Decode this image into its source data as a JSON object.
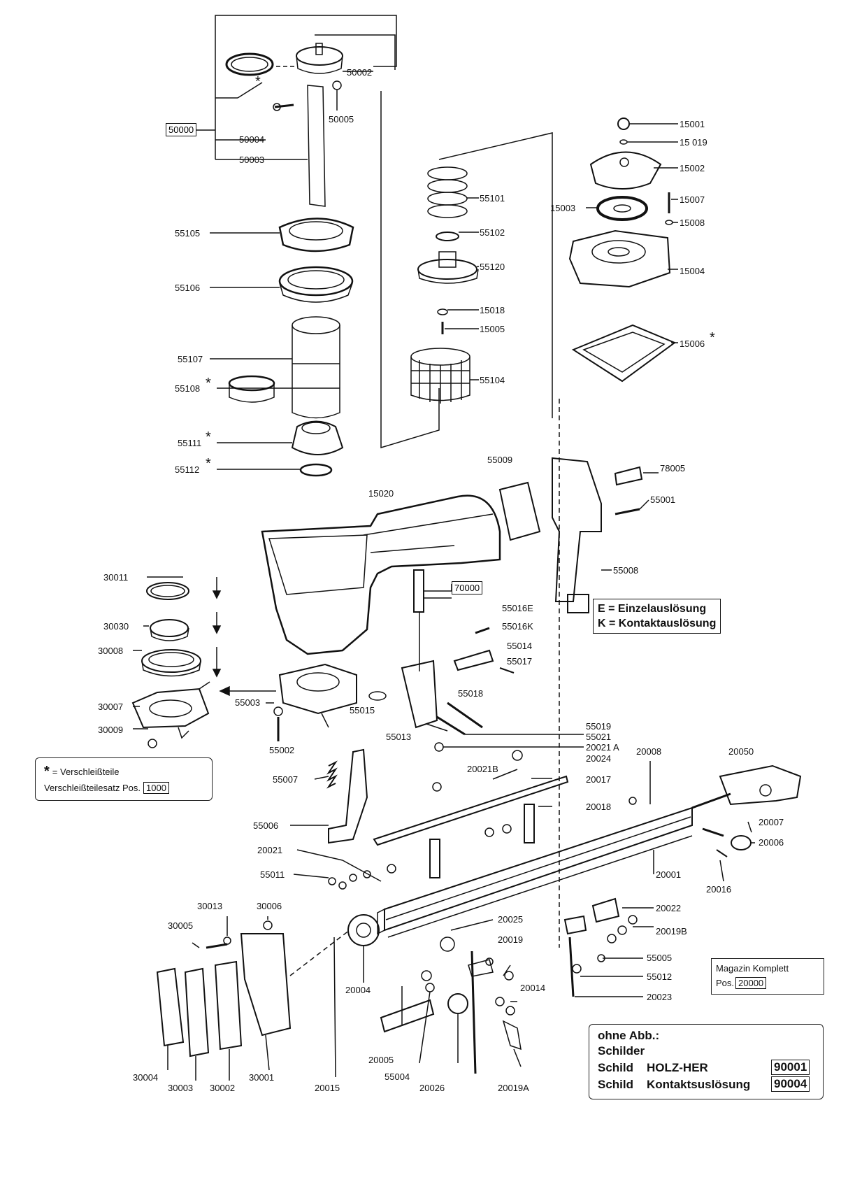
{
  "labels": {
    "p50000": "50000",
    "p50002": "50002",
    "p50003": "50003",
    "p50004": "50004",
    "p50005": "50005",
    "p55105": "55105",
    "p55106": "55106",
    "p55107": "55107",
    "p55108": "55108",
    "p55111": "55111",
    "p55112": "55112",
    "p55101": "55101",
    "p55102": "55102",
    "p55120": "55120",
    "p15018": "15018",
    "p15005": "15005",
    "p55104": "55104",
    "p15001": "15001",
    "p15019": "15 019",
    "p15002": "15002",
    "p15003": "15003",
    "p15007": "15007",
    "p15008": "15008",
    "p15004": "15004",
    "p15006": "15006",
    "p55009": "55009",
    "p78005": "78005",
    "p55001": "55001",
    "p15020": "15020",
    "p55008": "55008",
    "p70000": "70000",
    "p55016E": "55016E",
    "p55016K": "55016K",
    "p55014": "55014",
    "p55017": "55017",
    "p55018": "55018",
    "p55015": "55015",
    "p55013": "55013",
    "p55019": "55019",
    "p55021": "55021",
    "p20021A": "20021 A",
    "p20024": "20024",
    "p30011": "30011",
    "p30030": "30030",
    "p30008": "30008",
    "p30007": "30007",
    "p30009": "30009",
    "p55003": "55003",
    "p55002": "55002",
    "p20021B": "20021B",
    "p20008": "20008",
    "p20050": "20050",
    "p20017": "20017",
    "p20018": "20018",
    "p55007": "55007",
    "p20007": "20007",
    "p20006": "20006",
    "p55006": "55006",
    "p20021": "20021",
    "p20001": "20001",
    "p55011": "55011",
    "p20016": "20016",
    "p30013": "30013",
    "p30006": "30006",
    "p30005": "30005",
    "p20022": "20022",
    "p20025": "20025",
    "p20019B": "20019B",
    "p20019": "20019",
    "p55005": "55005",
    "p55012": "55012",
    "p20004": "20004",
    "p20014": "20014",
    "p20023": "20023",
    "p20005": "20005",
    "p55004": "55004",
    "p20026": "20026",
    "p20019A": "20019A",
    "p30004": "30004",
    "p30003": "30003",
    "p30002": "30002",
    "p30001": "30001",
    "p20015": "20015"
  },
  "legend_trigger": {
    "line1": "E = Einzelauslösung",
    "line2": "K = Kontaktauslösung"
  },
  "legend_wear": {
    "line1": "= Verschleißteile",
    "line2": "Verschleißteilesatz  Pos.",
    "line2_box": "1000"
  },
  "magazine": {
    "line1": "Magazin Komplett",
    "line2": "Pos.",
    "line2_box": "20000"
  },
  "no_figure": {
    "title": "ohne Abb.:",
    "line1": "Schilder",
    "row1_left": "Schild",
    "row1_mid": "HOLZ-HER",
    "row1_box": "90001",
    "row2_left": "Schild",
    "row2_mid": "Kontaktsuslösung",
    "row2_box": "90004"
  },
  "star": "*"
}
